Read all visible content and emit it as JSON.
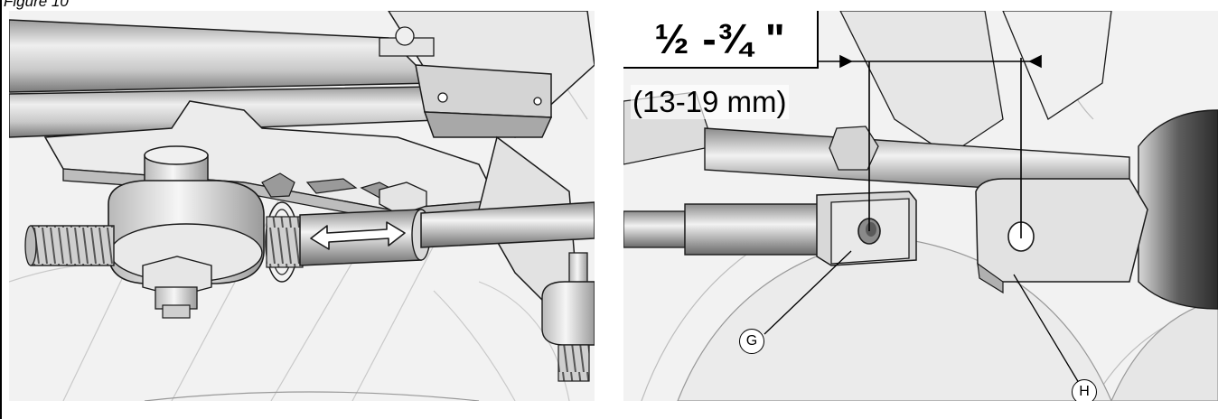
{
  "figure": {
    "label": "Figure 10"
  },
  "measurement": {
    "imperial": "½ -¾ \"",
    "metric": "(13-19 mm)"
  },
  "callouts": {
    "g": "G",
    "h": "H"
  },
  "colors": {
    "background": "#ffffff",
    "steel_light": "#e6e6e6",
    "steel_mid": "#bdbdbd",
    "steel_dark": "#5a5a5a",
    "outline": "#1a1a1a"
  },
  "icons": {
    "adjust_arrow": "double-headed-arrow-icon"
  }
}
